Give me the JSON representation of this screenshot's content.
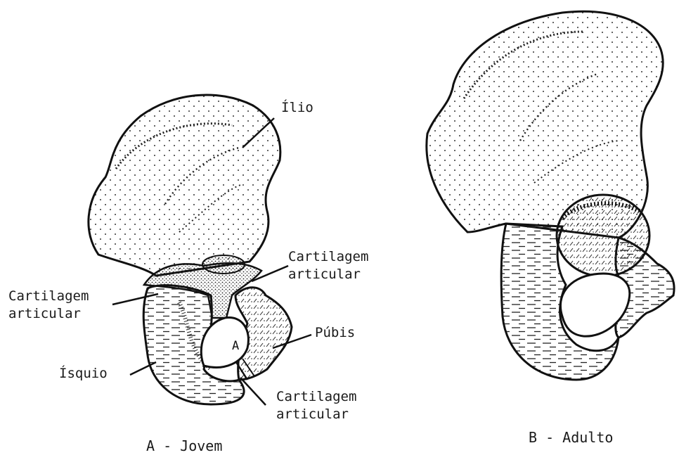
{
  "panels": {
    "young": {
      "caption": "A - Jovem",
      "marker": "A"
    },
    "adult": {
      "caption": "B - Adulto"
    }
  },
  "labels": {
    "ilium": "Ílio",
    "cartilage_upper_right": [
      "Cartilagem",
      "articular"
    ],
    "cartilage_left": [
      "Cartilagem",
      "articular"
    ],
    "pubis": "Púbis",
    "ischium": "Ísquio",
    "cartilage_lower": [
      "Cartilagem",
      "articular"
    ]
  },
  "colors": {
    "ink": "#1a1a1a",
    "background": "#ffffff"
  }
}
